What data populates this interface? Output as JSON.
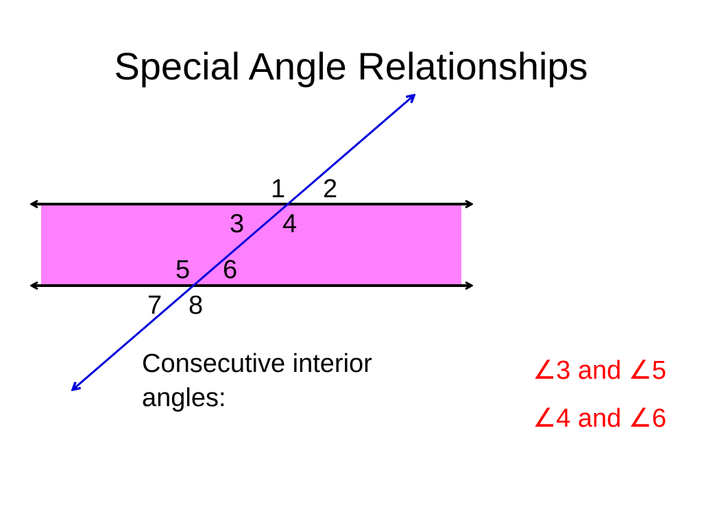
{
  "title": "Special Angle Relationships",
  "angle_labels": {
    "a1": "1",
    "a2": "2",
    "a3": "3",
    "a4": "4",
    "a5": "5",
    "a6": "6",
    "a7": "7",
    "a8": "8"
  },
  "description": {
    "line1": "Consecutive interior",
    "line2": "angles:"
  },
  "pairs": [
    "∠3 and ∠5",
    "∠4 and ∠6"
  ],
  "colors": {
    "region_fill": "#ff80ff",
    "parallel_lines": "#000000",
    "transversal": "#0000dd",
    "pair_text": "#ff0000"
  }
}
